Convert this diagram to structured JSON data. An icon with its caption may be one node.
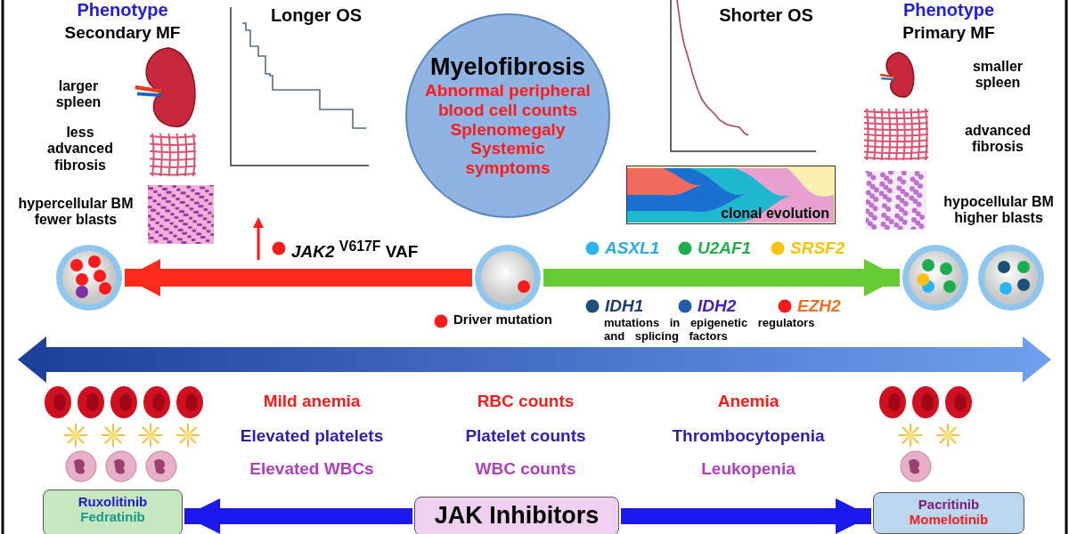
{
  "diagram": {
    "nodes": [
      {
        "text": [
          "Myelofibrosis",
          "Abnormal peripheral blood cell counts",
          "Splenomegaly",
          "Systemic symptoms"
        ]
      },
      {
        "text": [
          "clonal evolution"
        ]
      },
      {
        "text": [],
        "shape": "circle"
      },
      {
        "text": [],
        "shape": "circle"
      },
      {
        "text": [],
        "shape": "circle"
      },
      {
        "text": [],
        "shape": "circle"
      },
      {
        "text": [
          "Ruxolitinib",
          "Fedratinib"
        ]
      },
      {
        "text": [
          "JAK Inhibitors"
        ]
      },
      {
        "text": [
          "Pacritinib",
          "Momelotinib"
        ]
      }
    ],
    "edges": [
      {
        "from": 3,
        "to": 2,
        "arrow": "to",
        "color": "#ff2a1a"
      },
      {
        "from": 3,
        "to": 4,
        "arrow": "to",
        "color": "#66cc33"
      },
      {
        "from": 7,
        "to": 6,
        "arrow": "to"
      },
      {
        "from": 7,
        "to": 8,
        "arrow": "to"
      }
    ],
    "labels": [
      "Phenotype",
      "Secondary MF",
      "larger spleen",
      "less advanced fibrosis",
      "hypercellular BM fewer blasts",
      "Longer OS",
      "Shorter OS",
      "Phenotype",
      "Primary MF",
      "smaller spleen",
      "advanced fibrosis",
      "hypocellular BM higher blasts",
      "mutations in epigenetic regulators and splicing factors",
      "Mild anemia",
      "RBC counts",
      "Anemia",
      "Elevated platelets",
      "Platelet counts",
      "Thrombocytopenia",
      "Elevated WBCs",
      "WBC counts",
      "Leukopenia"
    ],
    "legend": [
      {
        "text": "*JAK2* $^{V617F}$ VAF",
        "color": "#ff1a1a"
      },
      {
        "text": "ASXL1",
        "color": "#29b6f0"
      },
      {
        "text": "U2AF1",
        "color": "#1aae4e"
      },
      {
        "text": "SRSF2",
        "color": "#ffc010"
      },
      {
        "text": "IDH1",
        "color": "#1c4f7a"
      },
      {
        "text": "IDH2",
        "color": "#1f5fa8"
      },
      {
        "text": "EZH2",
        "color": "#ff1a1a"
      },
      {
        "text": "Driver mutation",
        "color": "#ff1a1a"
      }
    ]
  }
}
